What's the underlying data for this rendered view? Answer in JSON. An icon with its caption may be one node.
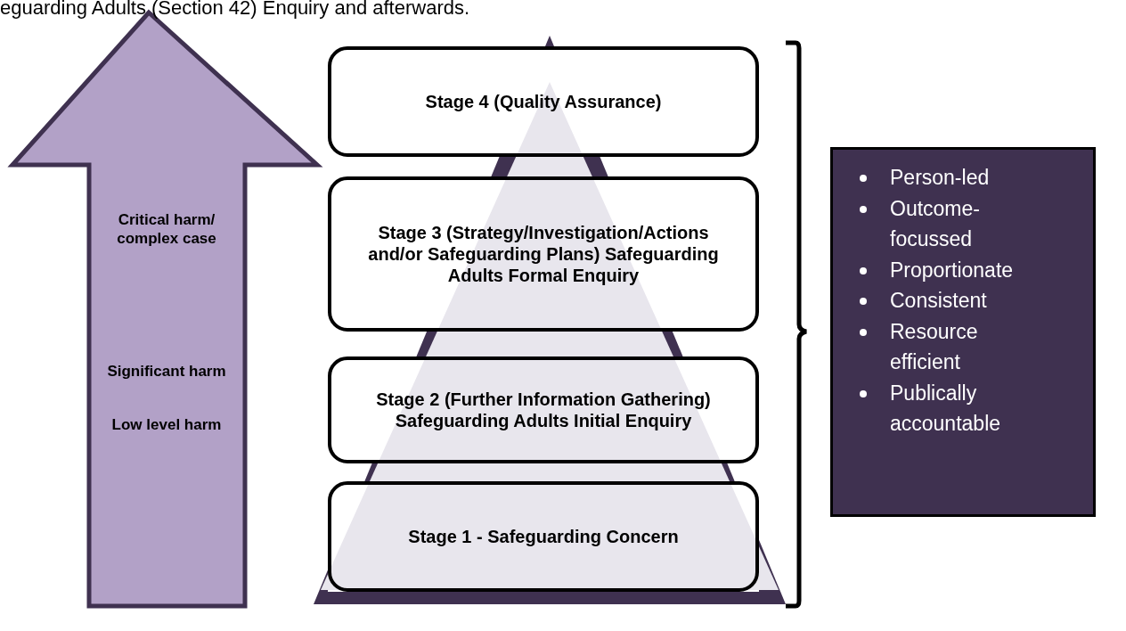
{
  "diagram": {
    "nodes": [
      {
        "text": [
          "Critical harm/ complex case",
          "Significant harm",
          "Low level harm"
        ]
      },
      {
        "text": [
          "Stage 4 (Quality Assurance)"
        ]
      },
      {
        "text": [
          "Stage 3 (Strategy/Investigation/Actions and/or Safeguarding Plans) Safeguarding Adults Formal Enquiry"
        ]
      },
      {
        "text": [
          "Stage 2 (Further Information Gathering) Safeguarding Adults Initial Enquiry"
        ]
      },
      {
        "text": [
          "Stage 1 - Safeguarding Concern"
        ]
      },
      {
        "text": [
          "Person-led",
          "Outcome-focussed",
          "Proportionate",
          "Consistent",
          "Resource efficient",
          "Publically accountable"
        ]
      }
    ],
    "edges": [],
    "labels": [
      "eguarding Adults (Section 42) Enquiry and afterwards."
    ]
  }
}
